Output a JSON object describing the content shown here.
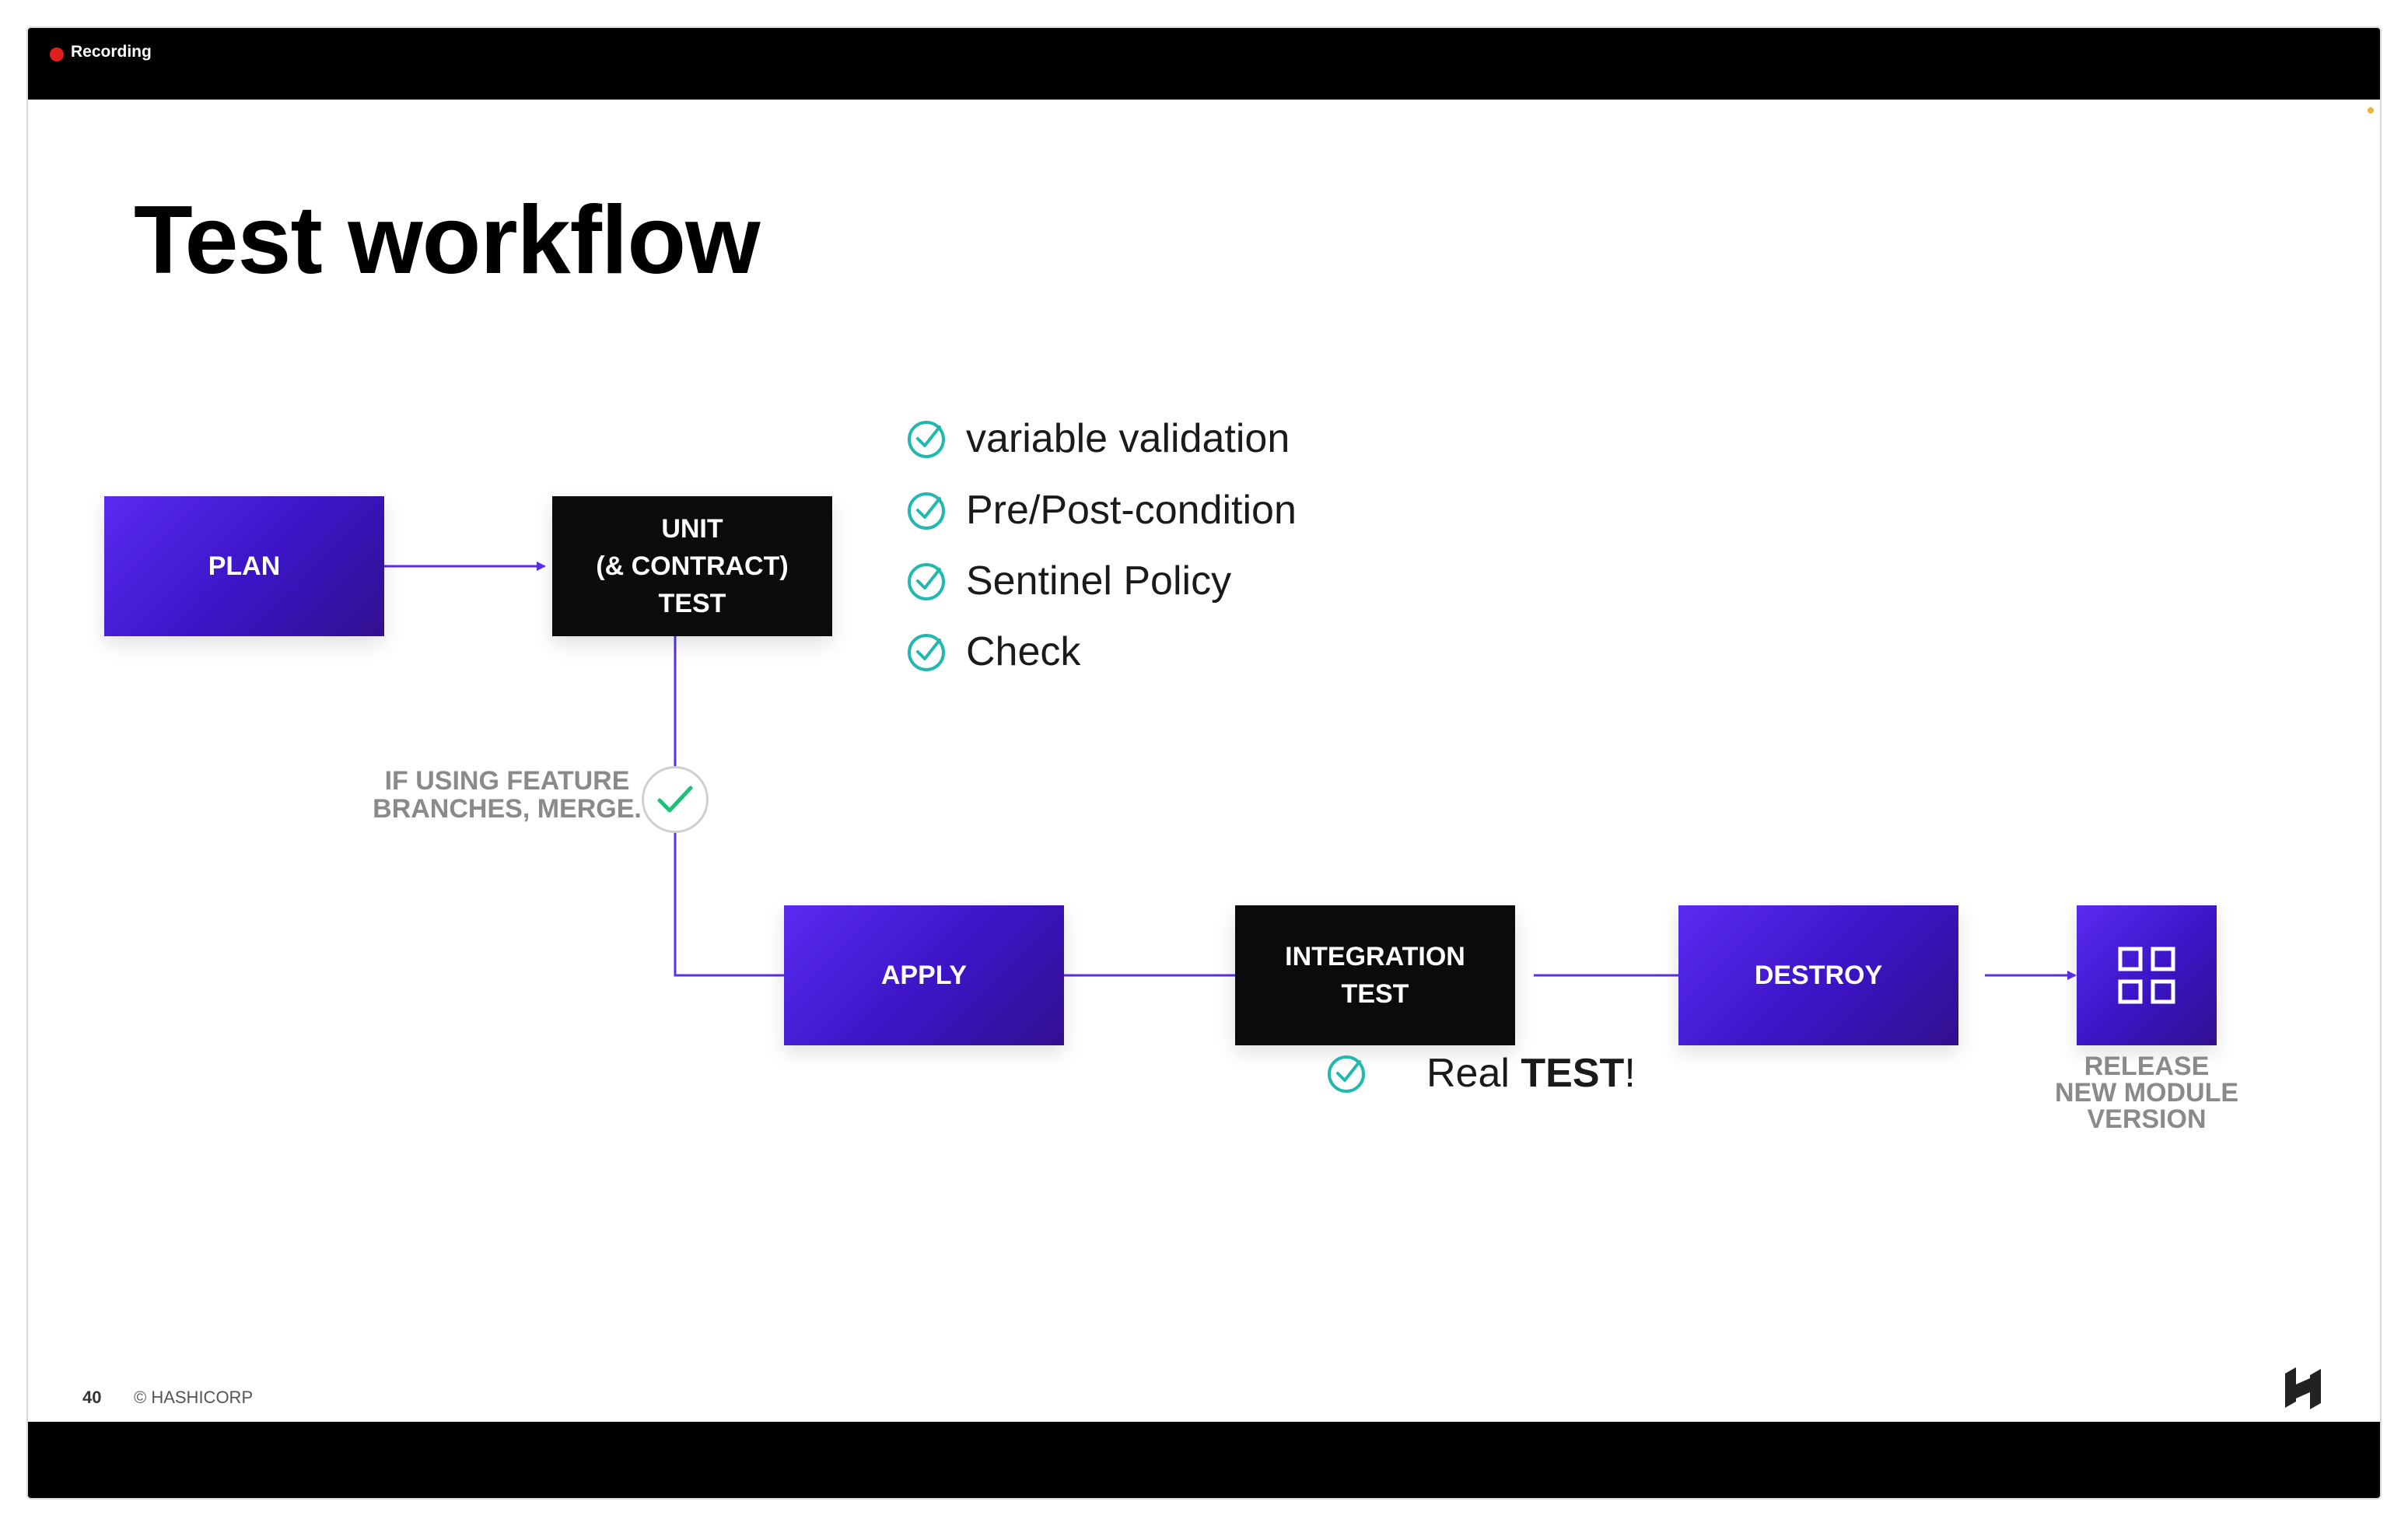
{
  "window": {
    "recording_label": "Recording"
  },
  "slide": {
    "title": "Test workflow",
    "boxes": {
      "plan": "PLAN",
      "unit_line1": "UNIT",
      "unit_line2": "(& CONTRACT)",
      "unit_line3": "TEST",
      "apply": "APPLY",
      "integration_line1": "INTEGRATION",
      "integration_line2": "TEST",
      "destroy": "DESTROY"
    },
    "checks": [
      "variable validation",
      "Pre/Post-condition",
      "Sentinel Policy",
      "Check"
    ],
    "merge_note_line1": "IF USING FEATURE",
    "merge_note_line2": "BRANCHES, MERGE.",
    "real_test_prefix": "Real ",
    "real_test_bold": "TEST",
    "real_test_suffix": "!",
    "release_line1": "RELEASE",
    "release_line2": "NEW MODULE",
    "release_line3": "VERSION",
    "footer_page": "40",
    "footer_copyright": "© HASHICORP"
  },
  "colors": {
    "purple": "#4a1fe0",
    "check_teal": "#22b8b0",
    "check_green": "#1fbf7a",
    "arrow": "#5b2ee8"
  },
  "icons": [
    "check-circle-icon",
    "check-icon",
    "grid-icon",
    "hashicorp-logo-icon",
    "recording-dot-icon"
  ]
}
